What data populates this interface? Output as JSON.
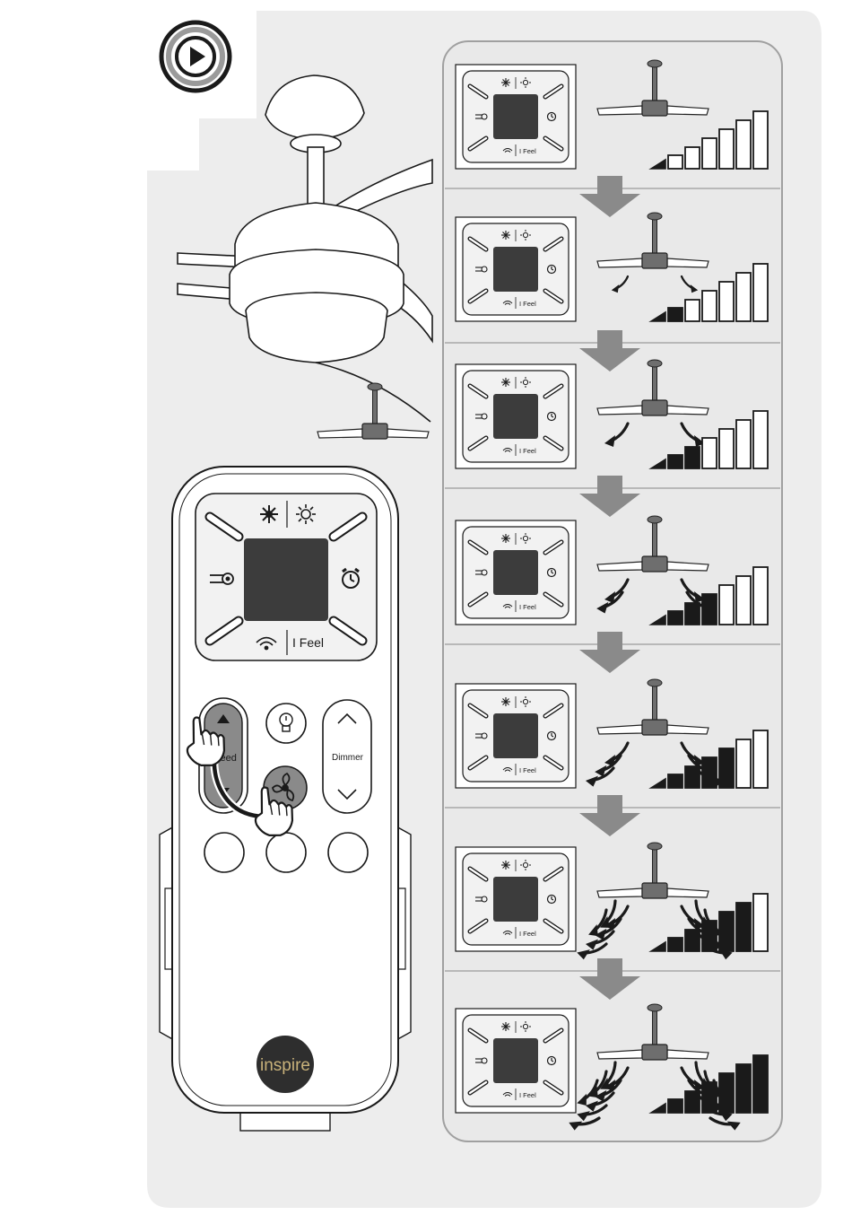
{
  "remote": {
    "speed_label": "Speed",
    "dimmer_label": "Dimmer",
    "ifeel_label": "I Feel",
    "brand_label": "inspire"
  },
  "thumbnail": {
    "ifeel_label": "I Feel"
  },
  "speed_steps": [
    {
      "level": 1
    },
    {
      "level": 2
    },
    {
      "level": 3
    },
    {
      "level": 4
    },
    {
      "level": 5
    },
    {
      "level": 6
    },
    {
      "level": 7
    }
  ],
  "colors": {
    "page_bg": "#ededed",
    "panel_bg": "#e9e9e9",
    "outline": "#1a1a1a",
    "screen": "#3c3c3c",
    "arrow_down": "#8a8a8a",
    "hub": "#6e6e6e",
    "brand_circle": "#2e2e2e",
    "brand_text": "#c9b27a"
  },
  "icons": {
    "play": "play-circle-icon",
    "cool": "snowflake-icon",
    "heat": "sun-icon",
    "fan": "fan-wind-icon",
    "timer": "alarm-clock-icon",
    "signal": "signal-wave-icon",
    "light": "light-bulb-icon",
    "fan_button": "fan-icon",
    "hand": "hand-pointer-icon"
  }
}
